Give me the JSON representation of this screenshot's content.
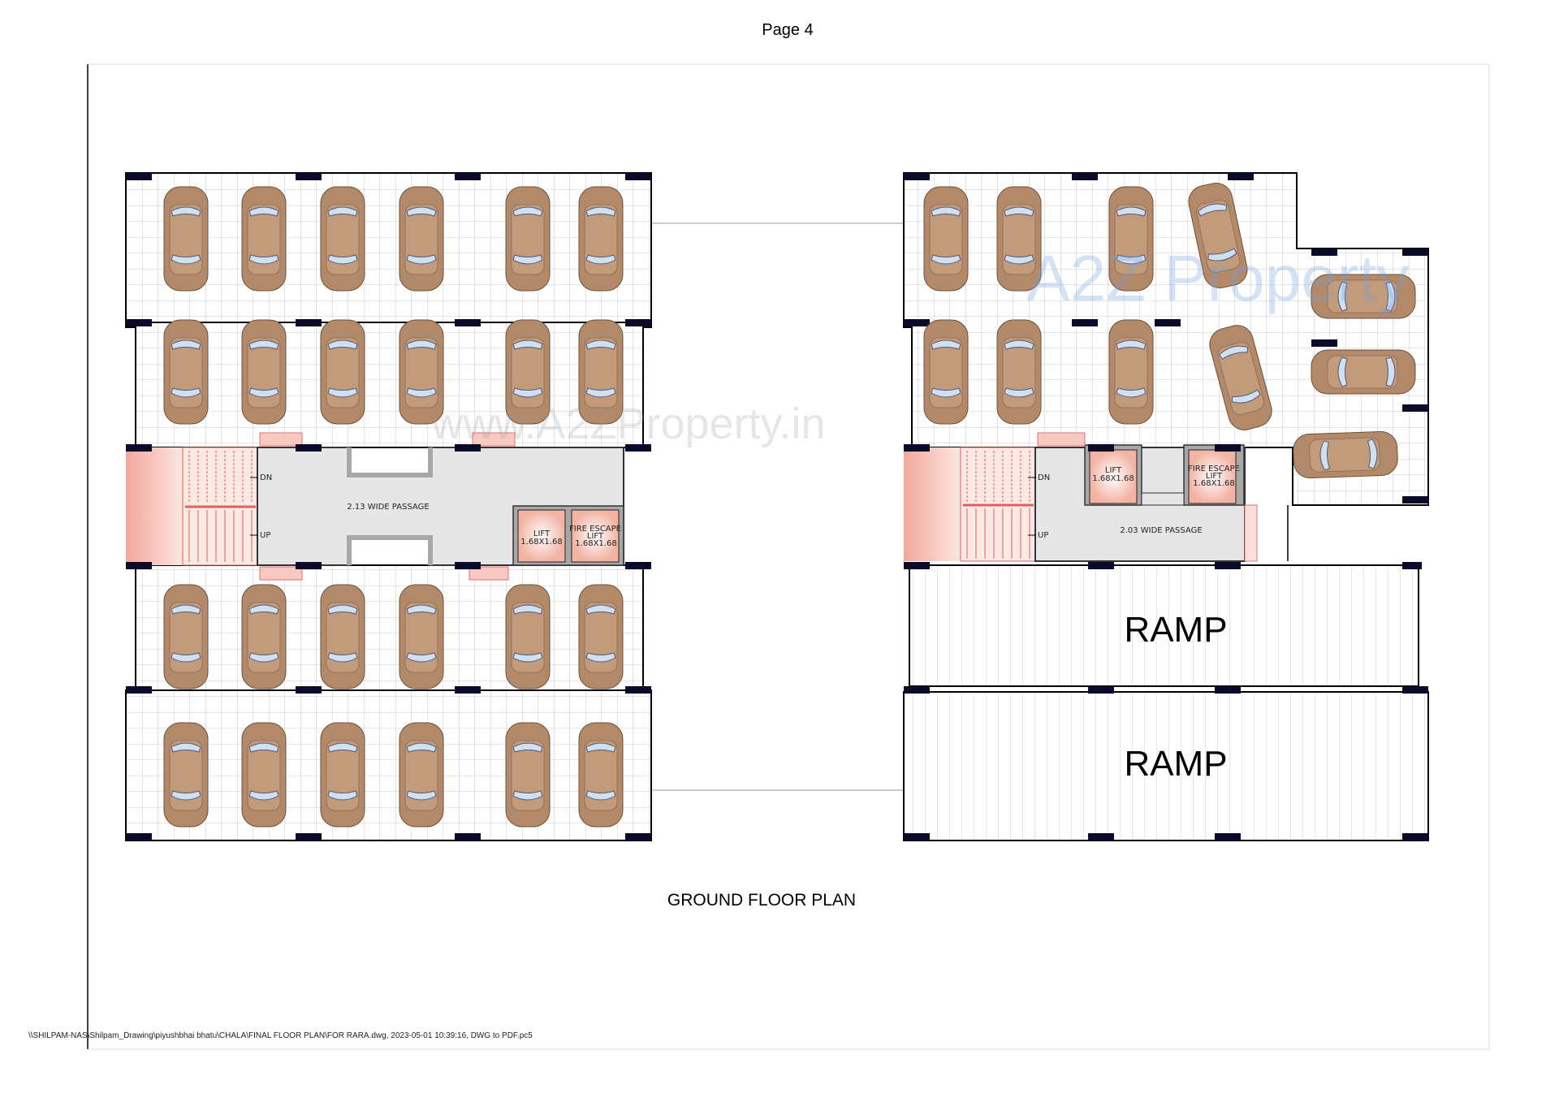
{
  "page_label": "Page 4",
  "drawing_title": "GROUND FLOOR PLAN",
  "footer_path": "\\\\SHILPAM-NAS\\Shilpam_Drawing\\piyushbhai bhatu\\CHALA\\FINAL FLOOR PLAN\\FOR RARA.dwg, 2023-05-01 10:39:16, DWG to PDF.pc5",
  "watermark": {
    "url": "www.A2ZProperty.in",
    "logo": "A2Z Property"
  },
  "left_block": {
    "passage": "2.13 WIDE PASSAGE",
    "stair_dn": "DN",
    "stair_up": "UP",
    "lift": {
      "name": "LIFT",
      "size": "1.68X1.68"
    },
    "fire_lift": {
      "name1": "FIRE ESCAPE",
      "name2": "LIFT",
      "size": "1.68X1.68"
    }
  },
  "right_block": {
    "passage": "2.03 WIDE PASSAGE",
    "stair_dn": "DN",
    "stair_up": "UP",
    "lift": {
      "name": "LIFT",
      "size": "1.68X1.68"
    },
    "fire_lift": {
      "name1": "FIRE ESCAPE",
      "name2": "LIFT",
      "size": "1.68X1.68"
    },
    "ramps": [
      "RAMP",
      "RAMP"
    ]
  },
  "colors": {
    "car": "#b38a69",
    "glass": "#cfe0f0",
    "passage": "#e6e6e6",
    "stair": "#f4b7aa",
    "column": "#0a0a2a",
    "wall": "#a8a8a8"
  }
}
